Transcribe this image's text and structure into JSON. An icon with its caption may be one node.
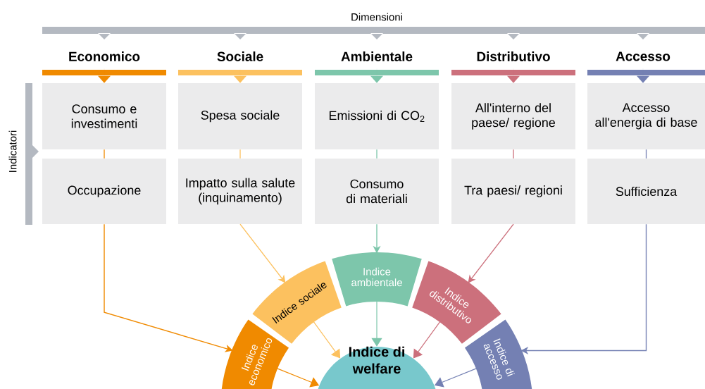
{
  "diagram": {
    "nodes": [
      {
        "text": [
          "Economico"
        ]
      },
      {
        "text": [
          "Sociale"
        ]
      },
      {
        "text": [
          "Ambientale"
        ]
      },
      {
        "text": [
          "Distributivo"
        ]
      },
      {
        "text": [
          "Accesso"
        ]
      },
      {
        "text": [
          "Consumo e investimenti"
        ]
      },
      {
        "text": [
          "Spesa sociale"
        ]
      },
      {
        "text": [
          "Emissioni di CO$_{2}$"
        ]
      },
      {
        "text": [
          "All'interno del paese/ regione"
        ]
      },
      {
        "text": [
          "Accesso all'energia di base"
        ]
      },
      {
        "text": [
          "Occupazione"
        ]
      },
      {
        "text": [
          "Impatto sulla salute (inquinamento)"
        ]
      },
      {
        "text": [
          "Consumo di materiali"
        ]
      },
      {
        "text": [
          "Tra paesi/ regioni"
        ]
      },
      {
        "text": [
          "Sufficienza"
        ]
      },
      {
        "text": [
          "Indice economico"
        ]
      },
      {
        "text": [
          "Indice sociale"
        ]
      },
      {
        "text": [
          "Indice ambientale"
        ]
      },
      {
        "text": [
          "Indice distributivo"
        ]
      },
      {
        "text": [
          "Indice di accesso"
        ]
      },
      {
        "text": [
          "Indice di welfare"
        ]
      }
    ],
    "edges": [
      {
        "from": 0,
        "to": 5,
        "arrow": "to",
        "color": "#f08a00"
      },
      {
        "from": 1,
        "to": 6,
        "arrow": "to",
        "color": "#fcc15f"
      },
      {
        "from": 2,
        "to": 7,
        "arrow": "to",
        "color": "#7dc6ab"
      },
      {
        "from": 3,
        "to": 8,
        "arrow": "to",
        "color": "#cc707c"
      },
      {
        "from": 4,
        "to": 9,
        "arrow": "to",
        "color": "#7480b3"
      },
      {
        "from": 5,
        "to": 10,
        "arrow": "none",
        "color": "#f08a00"
      },
      {
        "from": 6,
        "to": 11,
        "arrow": "none",
        "color": "#fcc15f"
      },
      {
        "from": 7,
        "to": 12,
        "arrow": "none",
        "color": "#7dc6ab"
      },
      {
        "from": 8,
        "to": 13,
        "arrow": "none",
        "color": "#cc707c"
      },
      {
        "from": 9,
        "to": 14,
        "arrow": "none",
        "color": "#7480b3"
      },
      {
        "from": 10,
        "to": 15,
        "arrow": "to",
        "color": "#f08a00"
      },
      {
        "from": 11,
        "to": 16,
        "arrow": "to",
        "color": "#fcc15f"
      },
      {
        "from": 12,
        "to": 17,
        "arrow": "to",
        "color": "#7dc6ab"
      },
      {
        "from": 13,
        "to": 18,
        "arrow": "to",
        "color": "#cc707c"
      },
      {
        "from": 14,
        "to": 19,
        "arrow": "to",
        "color": "#7480b3"
      },
      {
        "from": 15,
        "to": 20,
        "arrow": "to",
        "color": "#f08a00"
      },
      {
        "from": 16,
        "to": 20,
        "arrow": "to",
        "color": "#fcc15f"
      },
      {
        "from": 17,
        "to": 20,
        "arrow": "to",
        "color": "#7dc6ab"
      },
      {
        "from": 18,
        "to": 20,
        "arrow": "to",
        "color": "#cc707c"
      },
      {
        "from": 19,
        "to": 20,
        "arrow": "to",
        "color": "#7480b3"
      }
    ],
    "labels": [
      "Dimensioni",
      "Indicatori"
    ]
  }
}
